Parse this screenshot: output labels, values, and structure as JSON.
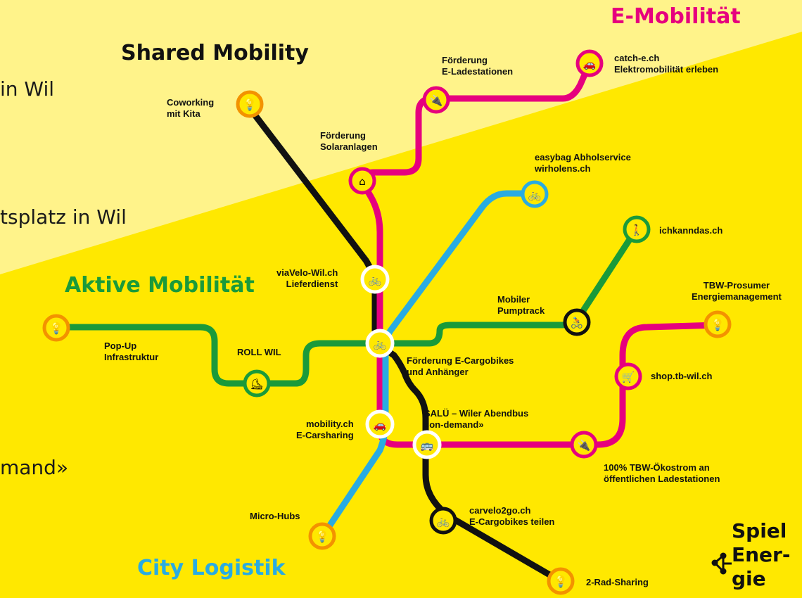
{
  "headings": {
    "shared_mobility": "Shared Mobility",
    "e_mobilitaet": "E-Mobilität",
    "aktive_mobilitaet": "Aktive Mobilität",
    "city_logistik": "City Logistik"
  },
  "background_text": [
    "in Wil",
    "tsplatz in Wil",
    "mand»"
  ],
  "logo": [
    "Spiel",
    "Ener-",
    "gie"
  ],
  "labels": {
    "coworking": "Coworking\nmit Kita",
    "foerderung_lade": "Förderung\nE-Ladestationen",
    "catch_e": "catch-e.ch\nElektromobilität erleben",
    "foerderung_solar": "Förderung\nSolaranlagen",
    "easybag": "easybag Abholservice\nwirholens.ch",
    "ichkanndas": "ichkanndas.ch",
    "viavelo": "viaVelo-Wil.ch\nLieferdienst",
    "tbw_prosumer": "TBW-Prosumer\nEnergiemanagement",
    "pumptrack": "Mobiler\nPumptrack",
    "popup": "Pop-Up\nInfrastruktur",
    "roll_wil": "ROLL WIL",
    "cargobikes": "Förderung E-Cargobikes\nund Anhänger",
    "shop": "shop.tb-wil.ch",
    "salue": "SALÜ – Wiler Abendbus\n«on-demand»",
    "mobility": "mobility.ch\nE-Carsharing",
    "oekostrom": "100% TBW-Ökostrom an\nöffentlichen Ladestationen",
    "microhubs": "Micro-Hubs",
    "carvelo": "carvelo2go.ch\nE-Cargobikes teilen",
    "rad_sharing": "2-Rad-Sharing"
  },
  "colors": {
    "background": "#ffe800",
    "pale_area": "#fff38a",
    "magenta": "#e6007e",
    "black": "#111111",
    "blue": "#29abe2",
    "green": "#1a9a3a",
    "station_fill": "#ffe800",
    "heading_green": "#1a9a3a",
    "heading_blue": "#29abe2",
    "heading_magenta": "#e6007e"
  },
  "icons": {
    "idea": "lightbulb-icon",
    "charging": "charging-plug-icon",
    "car": "electric-car-icon",
    "house": "solar-house-icon",
    "cargo": "cargo-bike-icon",
    "walker": "pedestrian-icon",
    "bike": "bike-icon",
    "skate": "roller-skate-icon",
    "cart": "shopping-cart-icon",
    "bus": "bus-icon"
  }
}
